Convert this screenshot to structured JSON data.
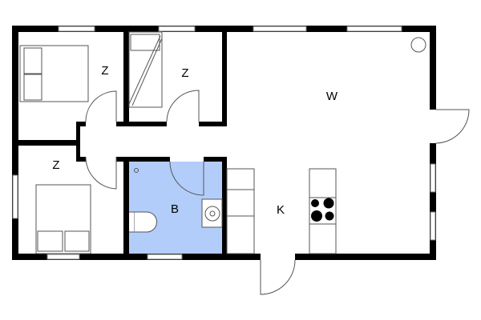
{
  "rooms": {
    "bedroom_1": "Z",
    "bedroom_2": "Z",
    "bedroom_3": "Z",
    "living": "W",
    "bathroom": "B",
    "kitchen": "K"
  },
  "colors": {
    "wall": "#000000",
    "bathroom_fill": "#b3cdfa",
    "background": "#ffffff"
  }
}
